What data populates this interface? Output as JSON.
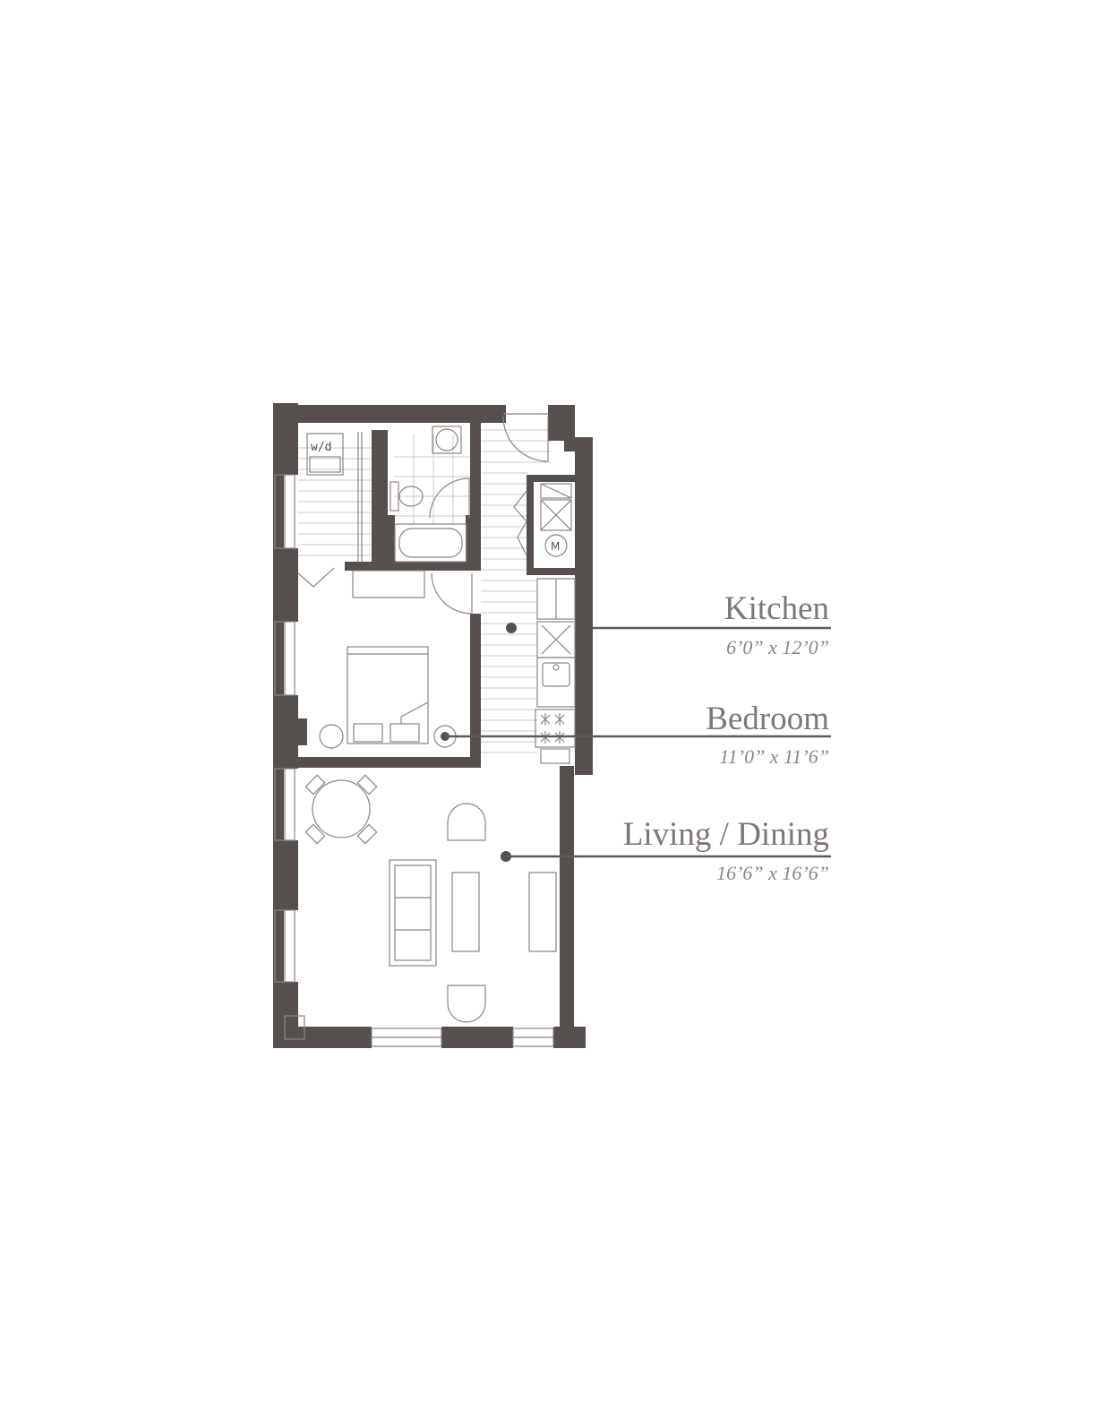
{
  "rooms": [
    {
      "name": "Kitchen",
      "dimensions": "6’0” x 12’0”"
    },
    {
      "name": "Bedroom",
      "dimensions": "11’0” x 11’6”"
    },
    {
      "name": "Living / Dining",
      "dimensions": "16’6” x 16’6”"
    }
  ],
  "fixtures": {
    "washer_dryer": "w/d",
    "mechanical": "M"
  },
  "colors": {
    "wall": "#55504e",
    "label": "#7d7775"
  }
}
